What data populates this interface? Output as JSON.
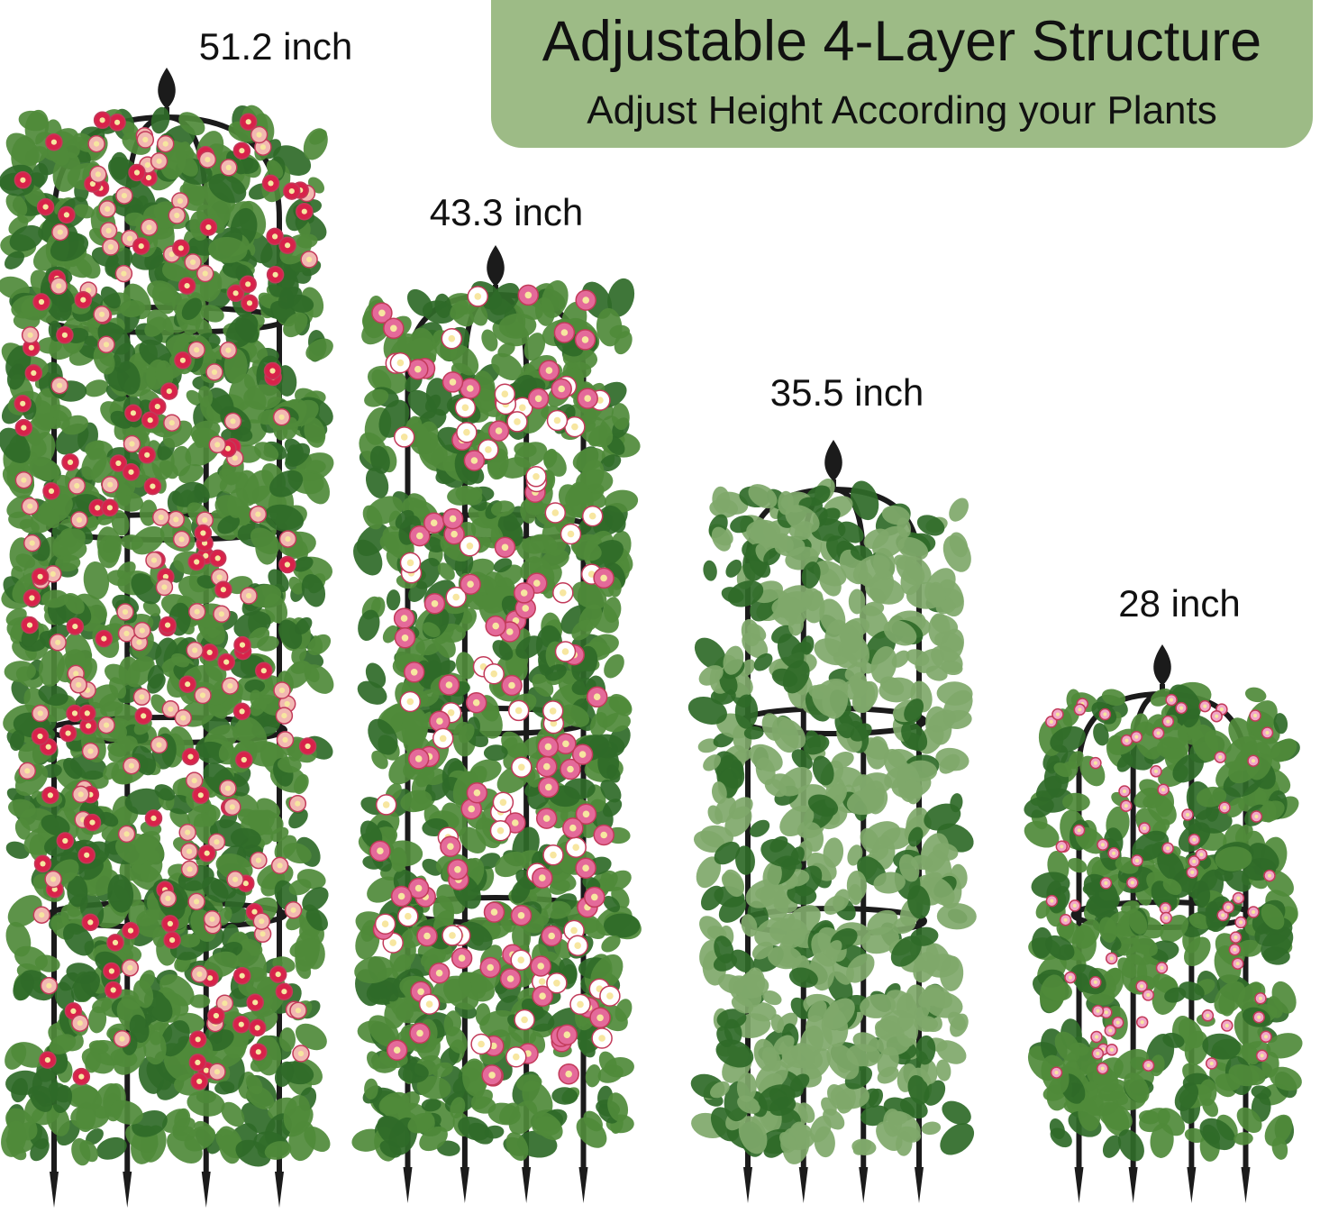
{
  "banner": {
    "title": "Adjustable 4-Layer Structure",
    "subtitle": "Adjust Height According your Plants"
  },
  "trellises": [
    {
      "height_label": "51.2 inch",
      "vine": "pink and red roses"
    },
    {
      "height_label": "43.3 inch",
      "vine": "pink morning glory"
    },
    {
      "height_label": "35.5 inch",
      "vine": "variegated ivy"
    },
    {
      "height_label": "28 inch",
      "vine": "pink daisies"
    }
  ],
  "colors": {
    "banner_bg": "#9dbb86",
    "frame": "#1b1b1b",
    "leaf": "#4f8a3a",
    "ivy_leaf": "#7fa86a",
    "rose_red": "#d8224a",
    "rose_pink": "#f2b8b2",
    "morning_glory": "#e46a9a",
    "daisy": "#f2a7c9"
  }
}
